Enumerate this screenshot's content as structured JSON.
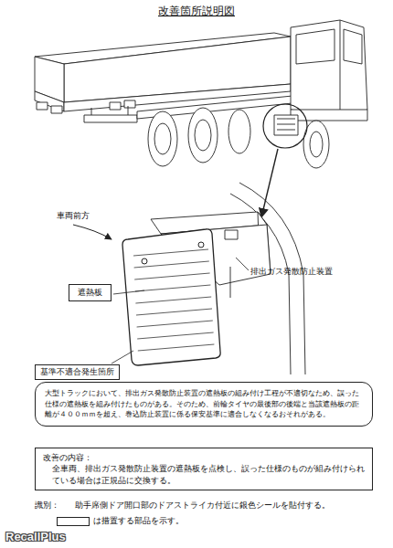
{
  "diagram": {
    "title": "改善箇所説明図",
    "nodes": [
      {
        "text": [
          "遮熱板"
        ]
      },
      {
        "text": [
          "基準不適合発生箇所"
        ]
      },
      {
        "text": [
          "大型トラックにおいて、排出ガス発散防止装置の遮熱板の組み付け工程が不適切なため、誤った仕様の遮熱板を組み付けたものがある。そのため、前輪タイヤの最後部の後端と当該遮熱板の距離が４００ｍｍを超え、巻込防止装置に係る保安基準に適合しなくなるおそれがある。"
        ]
      },
      {
        "text": [
          "改善の内容：",
          "全車両、排出ガス発散防止装置の遮熱板を点検し、誤った仕様のものが組み付けられている場合は正規品に交換する。"
        ]
      }
    ],
    "labels": [
      "車両前方",
      "排出ガス発散防止装置",
      "識別：",
      "助手席側ドア開口部のドアストライカ付近に銀色シールを貼付する。",
      "RecallPlus"
    ],
    "legend": [
      {
        "text": "は措置する部品を示す。"
      }
    ]
  }
}
